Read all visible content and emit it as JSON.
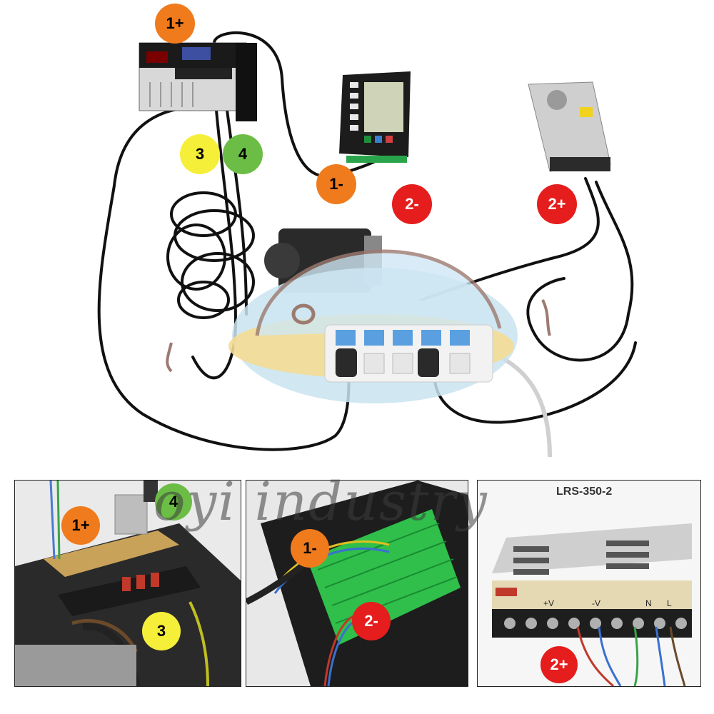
{
  "badges": {
    "top_1plus": "1+",
    "top_3": "3",
    "top_4": "4",
    "top_1minus": "1-",
    "top_2minus": "2-",
    "top_2plus": "2+",
    "inset1_1plus": "1+",
    "inset1_4": "4",
    "inset1_3": "3",
    "inset2_1minus": "1-",
    "inset2_2minus": "2-",
    "inset3_2plus": "2+"
  },
  "psu": {
    "model_label": "LRS-350-2",
    "terminal_labels": [
      "+V",
      "-V",
      "N",
      "L"
    ]
  },
  "watermark": "oyi industry",
  "colors": {
    "orange": "#f07b1d",
    "red": "#e51d1d",
    "yellow": "#f6ef3a",
    "green": "#6cbd45"
  },
  "icons": [
    "servo-driver",
    "cnc-controller",
    "power-supply",
    "servo-motor",
    "power-strip",
    "logo-mascot"
  ]
}
